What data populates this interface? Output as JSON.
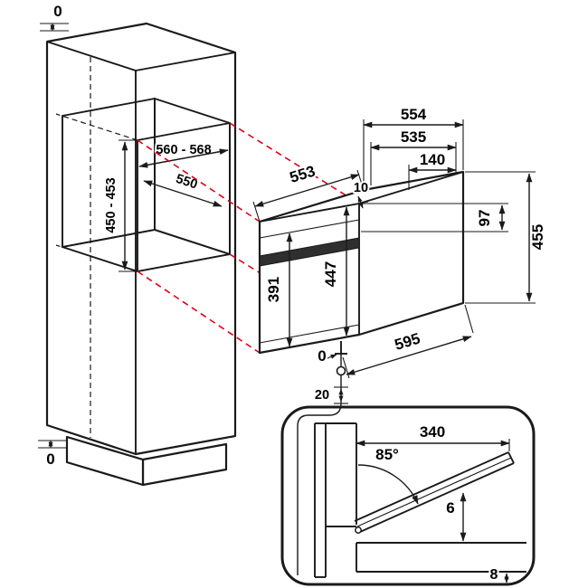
{
  "colors": {
    "line": "#1a1a1a",
    "projection": "#e30016",
    "niche_back": "#b3b3b3",
    "niche_floor": "#d6d6d6",
    "niche_side": "#ececec",
    "door_band": "#2f2f2f"
  },
  "cabinet": {
    "clearance_top": "0",
    "clearance_bottom": "0",
    "niche_width": "560 - 568",
    "niche_depth": "550",
    "niche_height": "450 - 453"
  },
  "oven": {
    "top_width": "554",
    "body_width": "535",
    "top_recess": "140",
    "depth": "553",
    "fascia_gap": "10",
    "body_height": "391",
    "front_height": "447",
    "panel_height": "97",
    "total_height": "455",
    "overall_depth": "595",
    "door_flush": "0",
    "bottom_clearance": "20"
  },
  "door_detail": {
    "projection": "340",
    "opening_angle": "85°",
    "clearance_top": "6",
    "clearance_bottom": "8"
  }
}
